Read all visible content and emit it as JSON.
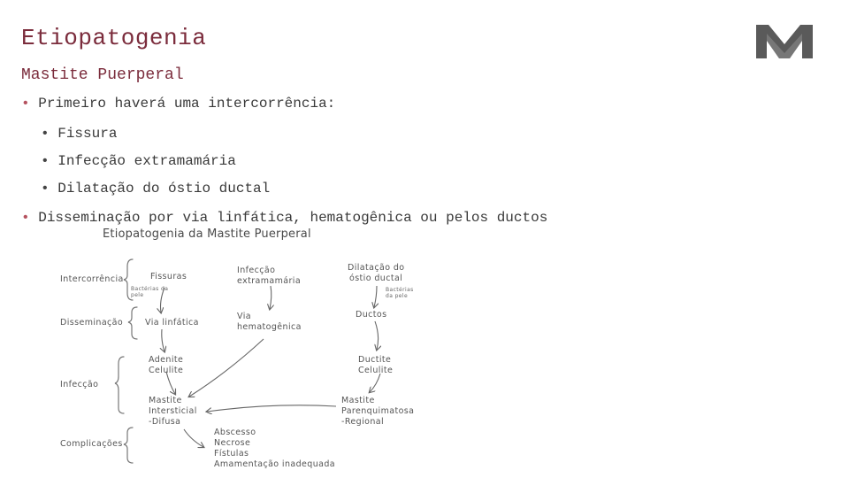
{
  "header": {
    "title": "Etiopatogenia",
    "subtitle": "Mastite Puerperal"
  },
  "bullets": {
    "first": "Primeiro haverá uma intercorrência:",
    "sub_items": [
      "Fissura",
      "Infecção extramamária",
      "Dilatação do óstio ductal"
    ],
    "second": "Disseminação por via linfática, hematogênica ou pelos ductos"
  },
  "logo": {
    "icon": "m-logo-icon",
    "color": "#5a5a5a"
  },
  "diagram": {
    "title": "Etiopatogenia da Mastite Puerperal",
    "rows": {
      "intercorrencia": "Intercorrência",
      "disseminacao": "Disseminação",
      "infeccao": "Infecção",
      "complicacoes": "Complicações"
    },
    "nodes": {
      "fissuras": "Fissuras",
      "bacterias_pele_1": "Bactérias da",
      "bacterias_pele_2": "pele",
      "infeccao_extra_1": "Infecção",
      "infeccao_extra_2": "extramamária",
      "dilatacao_1": "Dilatação do",
      "dilatacao_2": "óstio ductal",
      "bacterias_pele_r1": "Bactérias",
      "bacterias_pele_r2": "da pele",
      "via_linfatica": "Via linfática",
      "via_hemato_1": "Via",
      "via_hemato_2": "hematogênica",
      "ductos": "Ductos",
      "adenite_1": "Adenite",
      "adenite_2": "Celulite",
      "ductite_1": "Ductite",
      "ductite_2": "Celulite",
      "mastite_int_1": "Mastite",
      "mastite_int_2": "Intersticial",
      "mastite_int_3": "-Difusa",
      "mastite_par_1": "Mastite",
      "mastite_par_2": "Parenquimatosa",
      "mastite_par_3": "-Regional",
      "comp_1": "Abscesso",
      "comp_2": "Necrose",
      "comp_3": "Fístulas",
      "comp_4": "Amamentação inadequada"
    }
  }
}
